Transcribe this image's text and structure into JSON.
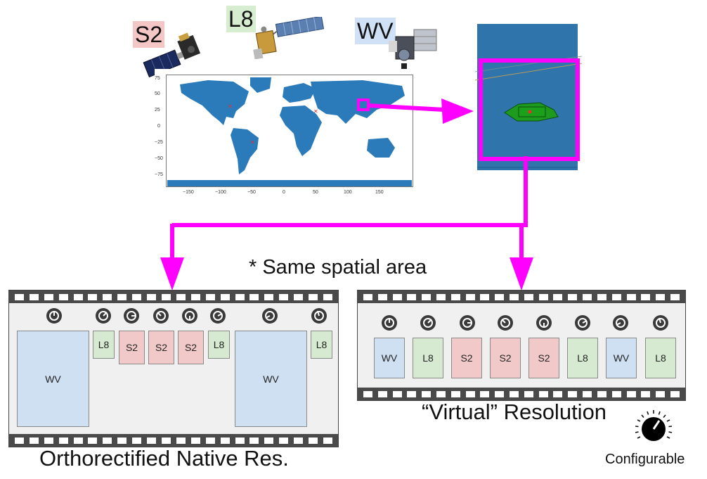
{
  "satellites": [
    {
      "label": "S2",
      "color": "#f4c6c6"
    },
    {
      "label": "L8",
      "color": "#d6edd0"
    },
    {
      "label": "WV",
      "color": "#cfe0f7"
    }
  ],
  "map": {
    "y_ticks": [
      "75",
      "50",
      "25",
      "0",
      "−25",
      "−50",
      "−75"
    ],
    "x_ticks": [
      "−150",
      "−100",
      "−50",
      "0",
      "50",
      "100",
      "150"
    ],
    "ocean_color": "#ffffff",
    "land_color": "#2b7bbb",
    "marker_color": "#e8302a"
  },
  "note": "* Same spatial area",
  "native_strip": {
    "caption": "Orthorectified Native Res.",
    "tiles": [
      "WV",
      "L8",
      "S2",
      "S2",
      "S2",
      "L8",
      "WV",
      "L8"
    ]
  },
  "virtual_strip": {
    "caption": "“Virtual” Resolution",
    "tiles": [
      "WV",
      "L8",
      "S2",
      "S2",
      "S2",
      "L8",
      "WV",
      "L8"
    ]
  },
  "configurable_label": "Configurable",
  "arrow_color": "#ff00ff"
}
